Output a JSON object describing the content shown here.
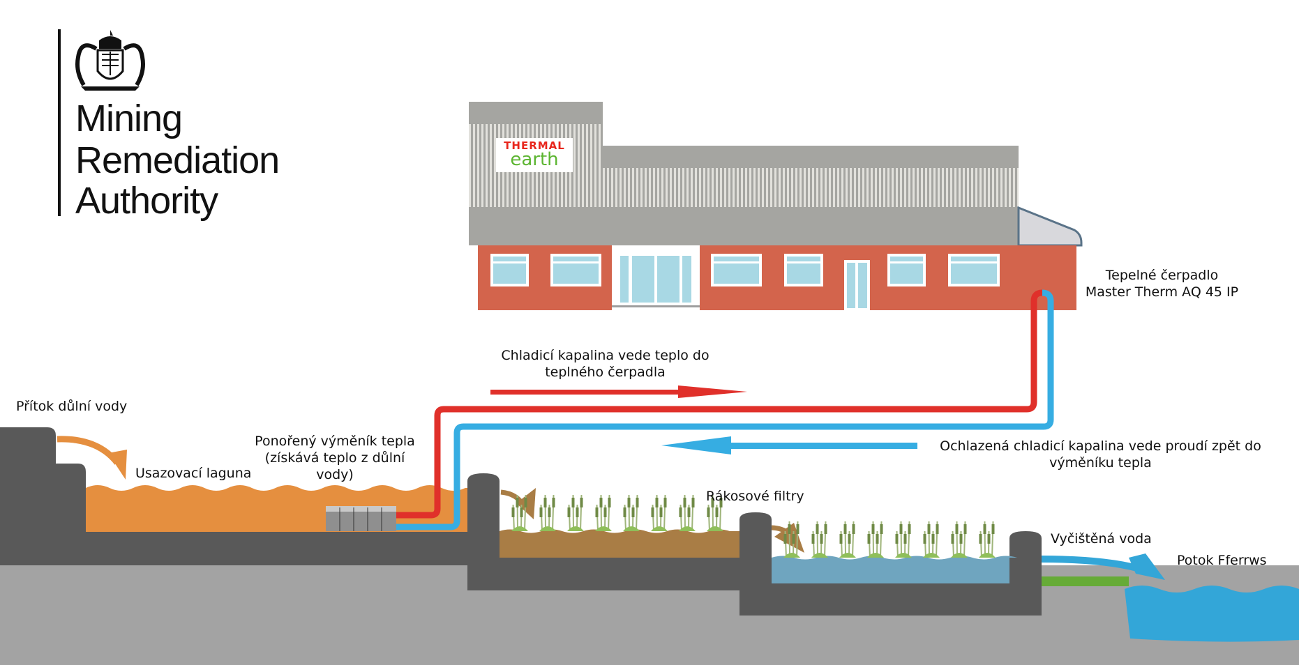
{
  "logo": {
    "organisation_lines": [
      "Mining",
      "Remediation",
      "Authority"
    ],
    "crest_icon": "royal-coat-of-arms-icon"
  },
  "building": {
    "sign_line1": "THERMAL",
    "sign_line2": "earth",
    "heat_pump_label_line1": "Tepelné čerpadlo",
    "heat_pump_label_line2": "Master Therm AQ 45 IP"
  },
  "flows": {
    "warm_coolant_line1": "Chladicí kapalina vede teplo do",
    "warm_coolant_line2": "teplného čerpadla",
    "cold_coolant_line1": "Ochlazená chladicí kapalina vede proudí zpět do",
    "cold_coolant_line2": "výměníku tepla"
  },
  "stages": {
    "inflow": "Přítok důlní vody",
    "lagoon": "Usazovací laguna",
    "exchanger_line1": "Ponořený výměník tepla",
    "exchanger_line2": "(získává teplo z důlní",
    "exchanger_line3": "vody)",
    "reed_filters": "Rákosové filtry",
    "clean_water": "Vyčištěná voda",
    "stream": "Potok Fferrws"
  },
  "colors": {
    "warm_pipe": "#e0302a",
    "cold_pipe": "#36ade2",
    "mine_water": "#e58f3f",
    "reed_soil": "#a97d45",
    "filter_water": "#6fa5bf",
    "stream_water": "#33a6d8",
    "wall": "#595959",
    "ground": "#a3a3a3",
    "building_wall": "#d3644c",
    "roof": "#a5a5a1"
  }
}
